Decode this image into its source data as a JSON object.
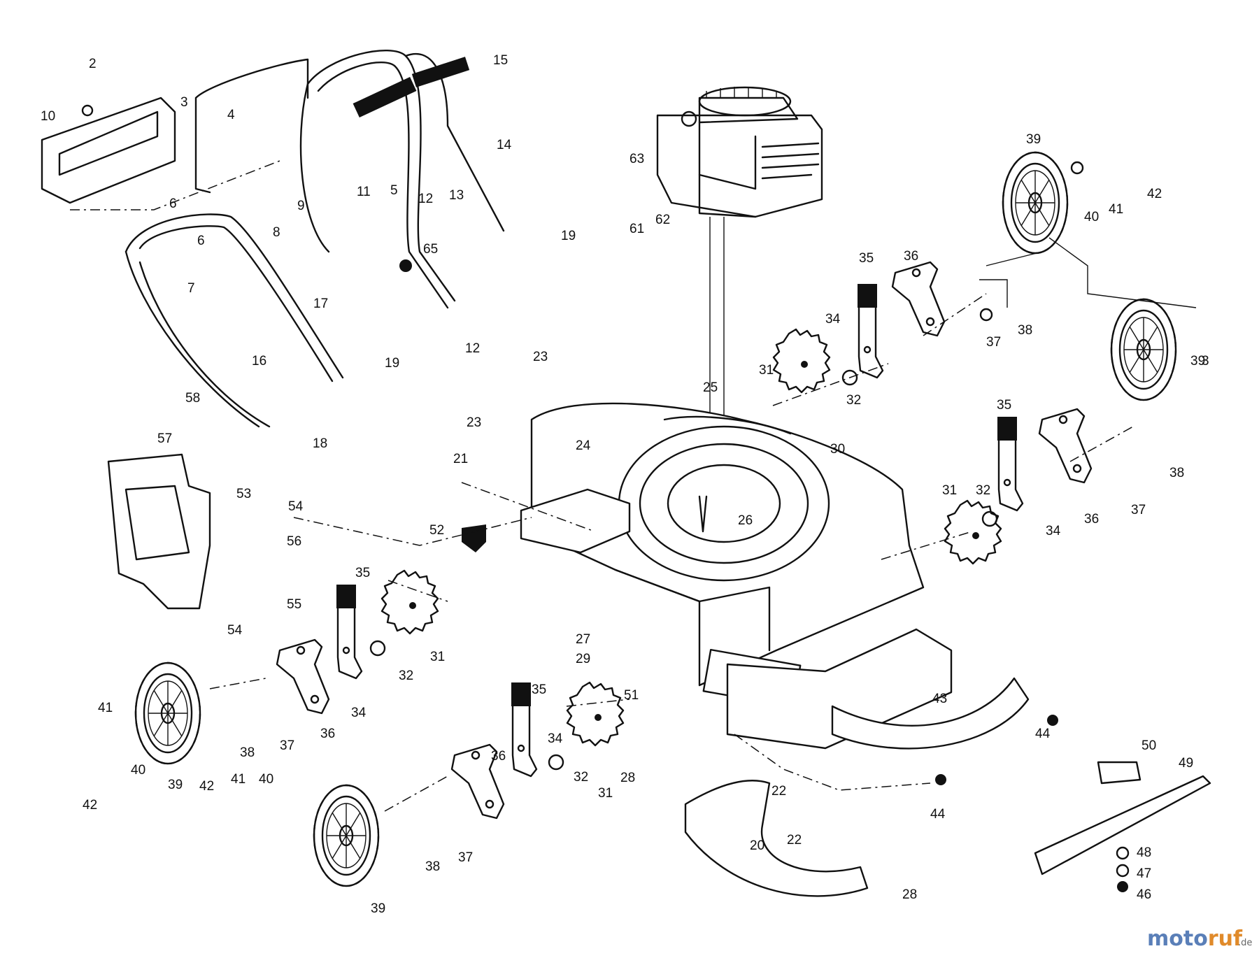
{
  "labels": [
    "2",
    "3",
    "4",
    "10",
    "6",
    "8",
    "9",
    "11",
    "5",
    "12",
    "13",
    "14",
    "15",
    "63",
    "61",
    "62",
    "39",
    "42",
    "41",
    "40",
    "6",
    "7",
    "16",
    "17",
    "65",
    "19",
    "19",
    "35",
    "36",
    "34",
    "38",
    "37",
    "31",
    "32",
    "12",
    "23",
    "23",
    "21",
    "24",
    "25",
    "30",
    "58",
    "18",
    "57",
    "53",
    "54",
    "56",
    "52",
    "26",
    "35",
    "31",
    "32",
    "36",
    "37",
    "39",
    "38",
    "35",
    "34",
    "55",
    "54",
    "31",
    "32",
    "51",
    "29",
    "27",
    "34",
    "36",
    "37",
    "38",
    "41",
    "40",
    "39",
    "42",
    "35",
    "34",
    "36",
    "31",
    "32",
    "28",
    "22",
    "43",
    "44",
    "44",
    "50",
    "49",
    "20",
    "22",
    "28",
    "48",
    "47",
    "46",
    "38",
    "37",
    "39",
    "41",
    "40",
    "42",
    "3"
  ],
  "watermark": {
    "main": "motoruf",
    "tld": ".de"
  }
}
